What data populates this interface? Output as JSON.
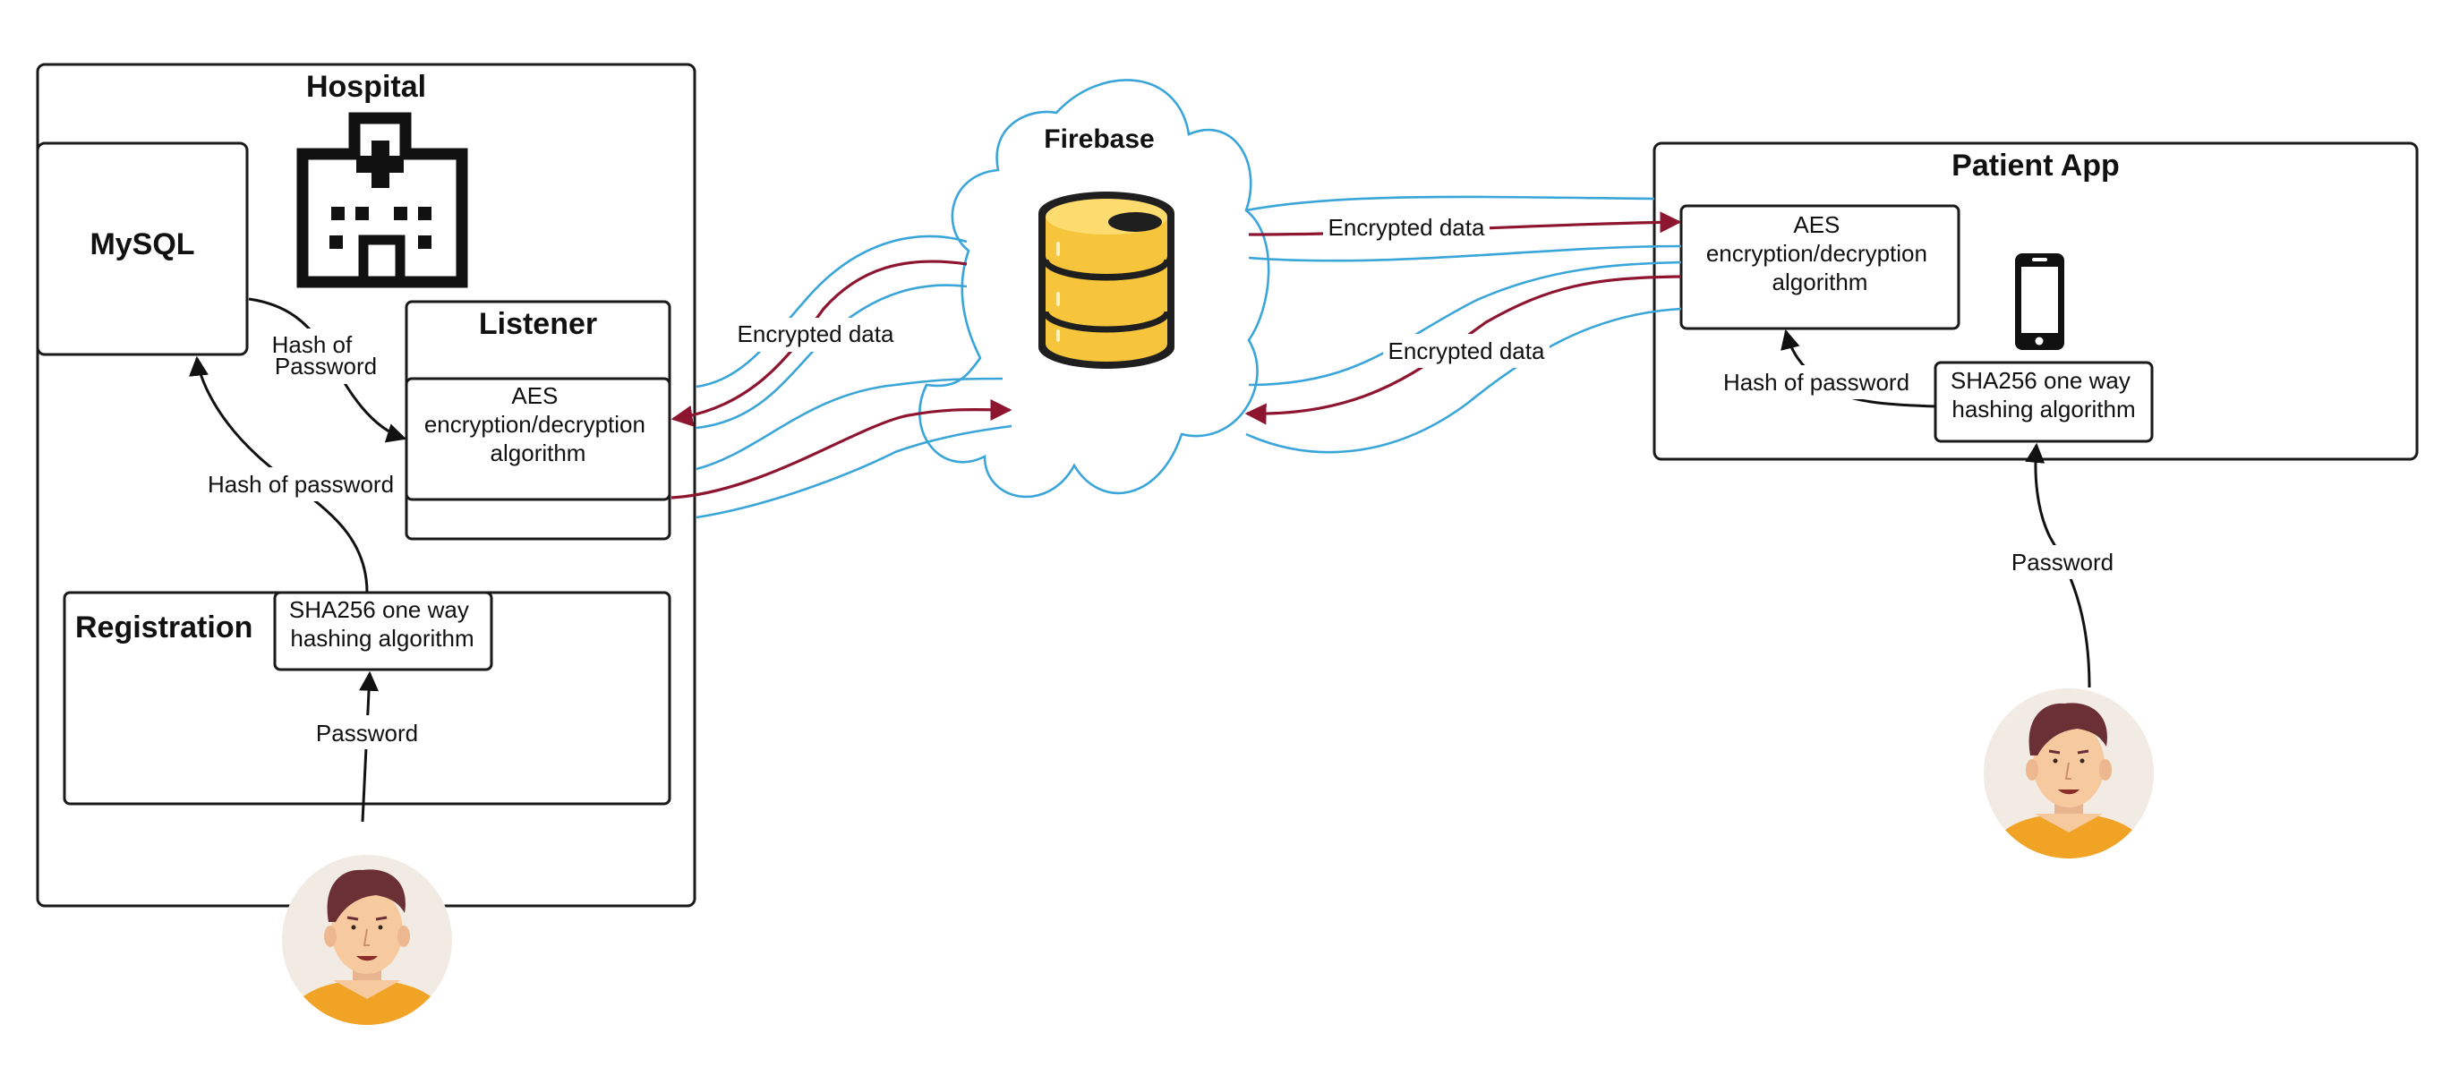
{
  "hospital": {
    "title": "Hospital",
    "mysql_label": "MySQL",
    "listener": {
      "title": "Listener",
      "aes_lines": [
        "AES",
        "encryption/decryption",
        "algorithm"
      ]
    },
    "registration": {
      "title": "Registration",
      "sha_lines": [
        "SHA256 one way",
        "hashing algorithm"
      ]
    },
    "edge_hash_to_listener": [
      "Hash of",
      "Password"
    ],
    "edge_hash_to_mysql": "Hash of password",
    "edge_password": "Password",
    "icons": [
      "hospital-building-icon",
      "person-avatar-icon"
    ]
  },
  "firebase": {
    "title": "Firebase",
    "edge_left": "Encrypted data",
    "edge_right_top": "Encrypted data",
    "edge_right_bottom": "Encrypted data",
    "icons": [
      "cloud-icon",
      "database-icon"
    ]
  },
  "patient_app": {
    "title": "Patient App",
    "aes_lines": [
      "AES",
      "encryption/decryption",
      "algorithm"
    ],
    "sha_lines": [
      "SHA256 one way",
      "hashing algorithm"
    ],
    "edge_hash": "Hash of password",
    "edge_password": "Password",
    "icons": [
      "smartphone-icon",
      "person-avatar-icon"
    ]
  },
  "colors": {
    "connector_blue": "#3aa5d8",
    "encrypted_flow_red": "#8e1530",
    "database_gold": "#f7c53b",
    "avatar_shirt": "#f0a324"
  }
}
